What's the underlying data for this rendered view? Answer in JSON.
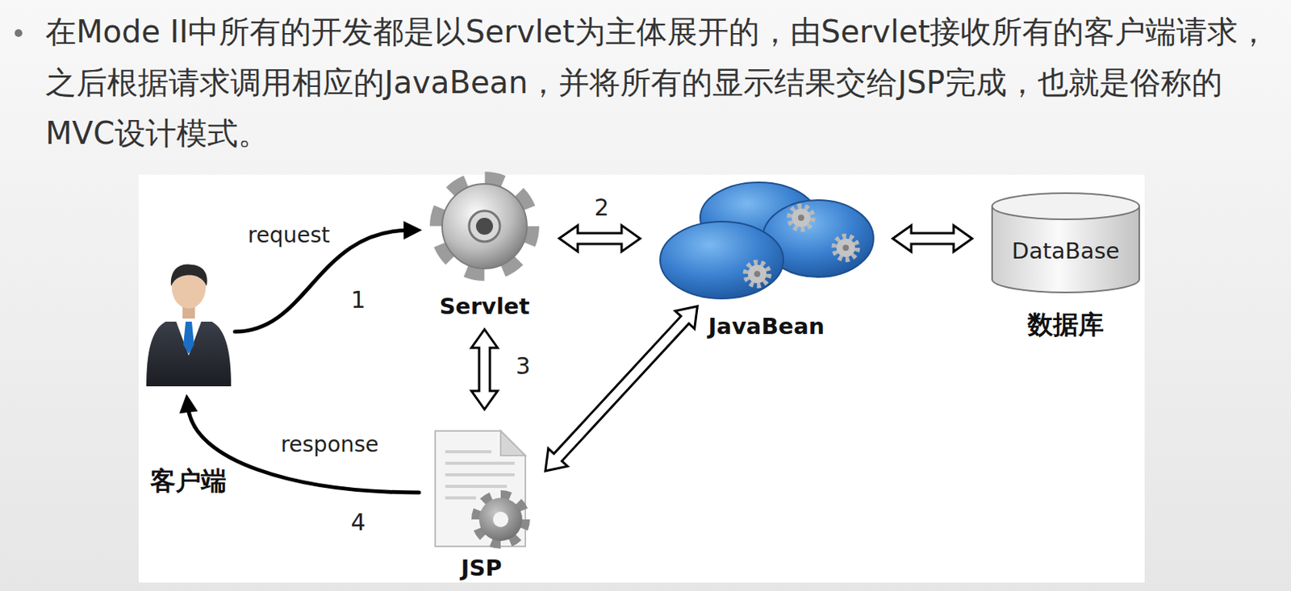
{
  "diagram": {
    "title": "在Mode II中所有的开发都是以Servlet为主体展开的，由Servlet接收所有的客户端请求，之后根据请求调用相应的JavaBean，并将所有的显示结果交给JSP完成，也就是俗称的MVC设计模式。",
    "nodes": [
      {
        "text": [
          "客户端"
        ]
      },
      {
        "text": [
          "Servlet"
        ]
      },
      {
        "text": [
          "JavaBean"
        ]
      },
      {
        "text": [
          "DataBase",
          "数据库"
        ]
      },
      {
        "text": [
          "JSP"
        ]
      }
    ],
    "edges": [
      {
        "from": 0,
        "to": 1,
        "arrow": "to",
        "label": "request"
      },
      {
        "from": 1,
        "to": 2,
        "arrow": "both"
      },
      {
        "from": 2,
        "to": 3,
        "arrow": "both"
      },
      {
        "from": 1,
        "to": 4,
        "arrow": "both"
      },
      {
        "from": 4,
        "to": 2,
        "arrow": "both"
      },
      {
        "from": 4,
        "to": 0,
        "arrow": "to",
        "label": "response"
      }
    ],
    "labels": [
      "1",
      "2",
      "3",
      "4"
    ]
  }
}
